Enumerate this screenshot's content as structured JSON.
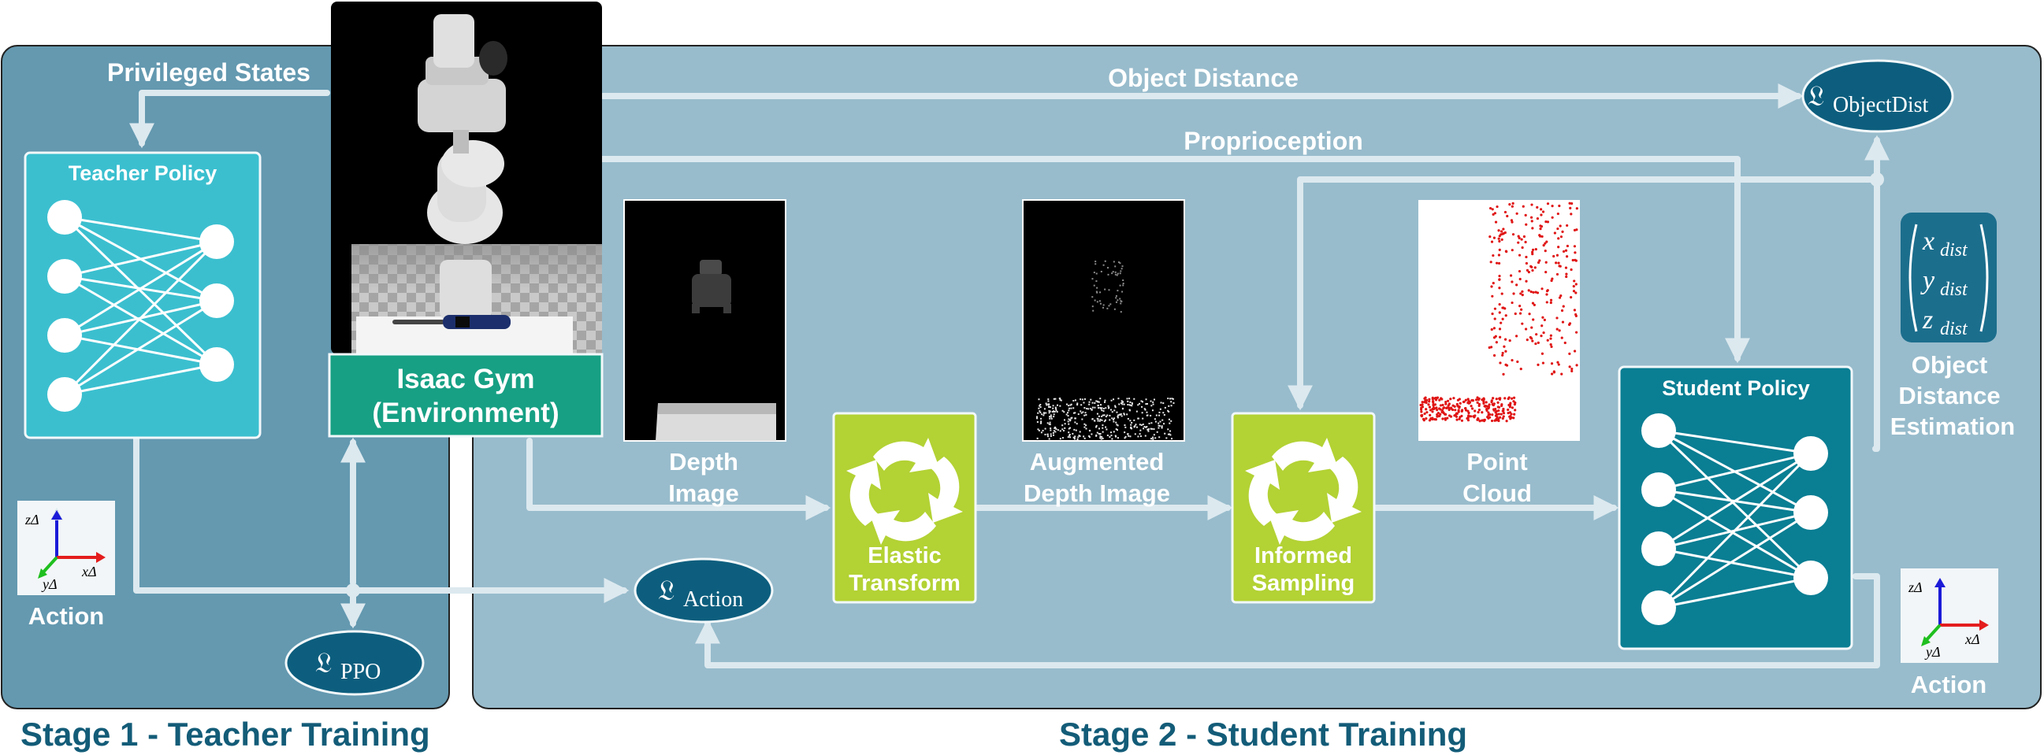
{
  "stage1": {
    "title": "Stage 1 - Teacher Training"
  },
  "stage2": {
    "title": "Stage 2 - Student Training"
  },
  "labels": {
    "privileged_states": "Privileged States",
    "object_distance": "Object Distance",
    "proprioception": "Proprioception",
    "depth_image": [
      "Depth",
      "Image"
    ],
    "augmented_depth_image": [
      "Augmented",
      "Depth Image"
    ],
    "point_cloud": [
      "Point",
      "Cloud"
    ],
    "object_distance_estimation": [
      "Object",
      "Distance",
      "Estimation"
    ],
    "action_left": "Action",
    "action_right": "Action"
  },
  "teacher_policy": {
    "title": "Teacher Policy"
  },
  "student_policy": {
    "title": "Student Policy"
  },
  "environment": {
    "line1": "Isaac Gym",
    "line2": "(Environment)"
  },
  "elastic_transform": {
    "line1": "Elastic",
    "line2": "Transform"
  },
  "informed_sampling": {
    "line1": "Informed",
    "line2": "Sampling"
  },
  "losses": {
    "object_dist": {
      "main": "𝔏",
      "sub": "ObjectDist"
    },
    "action": {
      "main": "𝔏",
      "sub": "Action"
    },
    "ppo": {
      "main": "𝔏",
      "sub": "PPO"
    }
  },
  "dist_vector": [
    {
      "var": "x",
      "sub": "dist"
    },
    {
      "var": "y",
      "sub": "dist"
    },
    {
      "var": "z",
      "sub": "dist"
    }
  ],
  "axes": {
    "z": "zΔ",
    "y": "yΔ",
    "x": "xΔ"
  },
  "colors": {
    "stage1_bg": "#6499b0",
    "stage2_bg": "#98bccc",
    "teacher": "#3bbfcf",
    "student": "#0a7e93",
    "environment": "#17a084",
    "transform": "#b3d234",
    "loss": "#0d5e7e",
    "title": "#135c78",
    "arrow": "#dce9ef"
  }
}
